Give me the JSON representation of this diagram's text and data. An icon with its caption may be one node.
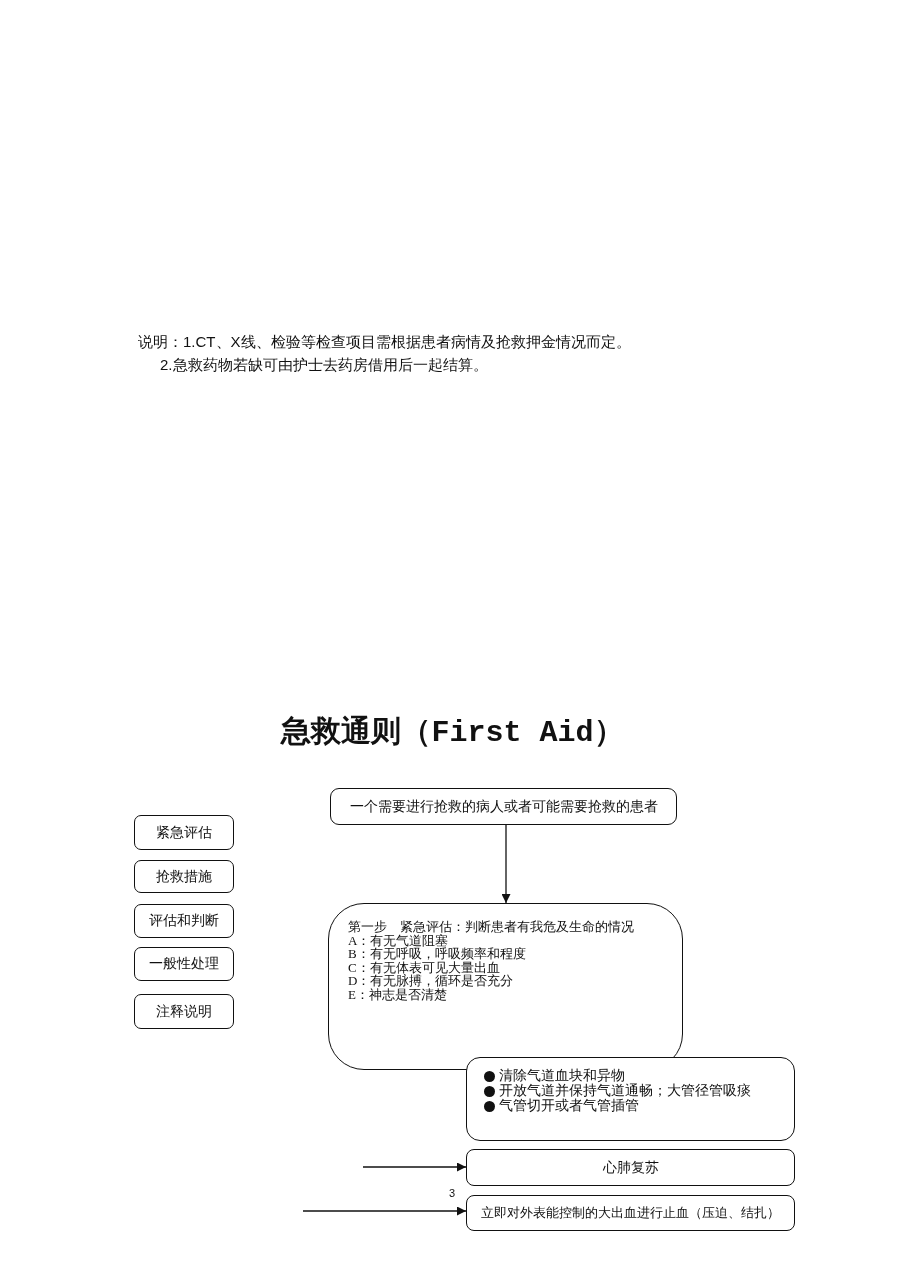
{
  "diagram": {
    "title": "急救通则（First Aid）",
    "nodes": [
      {
        "text": [
          "一个需要进行抢救的病人或者可能需要抢救的患者"
        ]
      },
      {
        "text": [
          "第一步　紧急评估：判断患者有我危及生命的情况",
          "A：有无气道阻塞",
          "B：有无呼吸，呼吸频率和程度",
          "C：有无体表可见大量出血",
          "D：有无脉搏，循环是否充分",
          "E：神志是否清楚"
        ]
      },
      {
        "text": [
          "清除气道血块和异物",
          "开放气道并保持气道通畅；大管径管吸痰",
          "气管切开或者气管插管"
        ]
      },
      {
        "text": [
          "心肺复苏"
        ]
      },
      {
        "text": [
          "立即对外表能控制的大出血进行止血（压迫、结扎）"
        ]
      },
      {
        "text": [
          "紧急评估"
        ]
      },
      {
        "text": [
          "抢救措施"
        ]
      },
      {
        "text": [
          "评估和判断"
        ]
      },
      {
        "text": [
          "一般性处理"
        ]
      },
      {
        "text": [
          "注释说明"
        ]
      }
    ],
    "edges": [
      {
        "from": 0,
        "to": 1,
        "arrow": "to"
      },
      {
        "from": null,
        "to": 3,
        "arrow": "to"
      },
      {
        "from": null,
        "to": 4,
        "arrow": "to"
      }
    ],
    "labels": [
      "说明：1.CT、X线、检验等检查项目需根据患者病情及抢救押金情况而定。",
      "2.急救药物若缺可由护士去药房借用后一起结算。",
      "3"
    ]
  }
}
